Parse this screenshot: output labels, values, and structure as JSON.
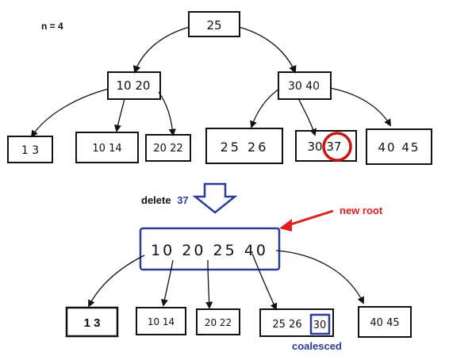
{
  "params": {
    "n_label": "n = 4"
  },
  "top_tree": {
    "root": "25",
    "internal": [
      "10 20",
      "30 40"
    ],
    "leaves": [
      "1 3",
      "10 14",
      "20 22",
      "25 26",
      "30 37",
      "40 45"
    ]
  },
  "operation": {
    "verb": "delete",
    "key": "37"
  },
  "bottom_tree": {
    "root": "10 20 25 40",
    "root_note": "new root",
    "leaves": [
      "1 3",
      "10 14",
      "20 22",
      "25 26 30",
      "40 45"
    ],
    "coalesced_key": "30",
    "coalesced_note": "coalesced"
  },
  "colors": {
    "ink": "#111111",
    "highlight_red": "#cc1111",
    "accent_blue": "#2a3b9a",
    "label_red": "#e02020"
  }
}
